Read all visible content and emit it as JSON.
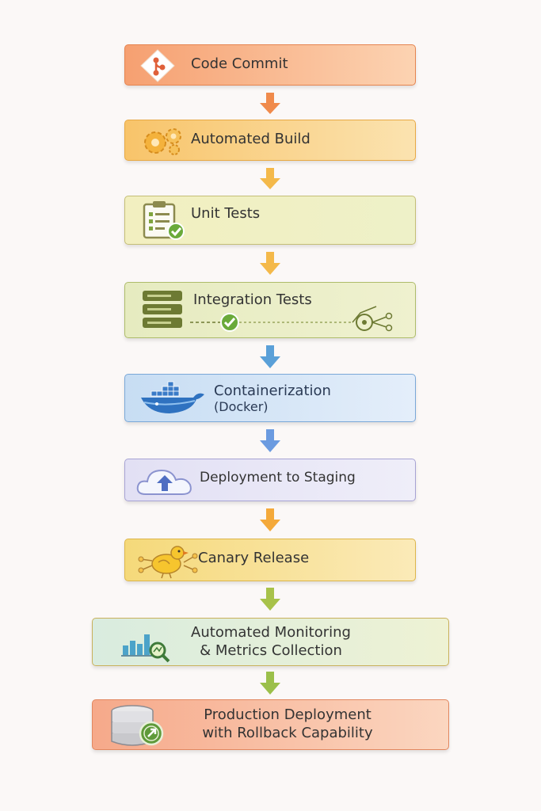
{
  "stages": [
    {
      "label": "Code Commit",
      "icon": "git-commit-icon"
    },
    {
      "label": "Automated Build",
      "icon": "gears-icon"
    },
    {
      "label": "Unit Tests",
      "icon": "clipboard-check-icon"
    },
    {
      "label": "Integration Tests",
      "icon": "servers-check-icon"
    },
    {
      "label": "Containerization",
      "sublabel": "(Docker)",
      "icon": "docker-whale-icon"
    },
    {
      "label": "Deployment to Staging",
      "icon": "cloud-upload-icon"
    },
    {
      "label": "Canary Release",
      "icon": "canary-bird-icon"
    },
    {
      "line1": "Automated Monitoring",
      "line2": "& Metrics Collection",
      "icon": "chart-magnifier-icon"
    },
    {
      "line1": "Production Deployment",
      "line2": "with Rollback Capability",
      "icon": "database-rollback-icon"
    }
  ],
  "colors": {
    "orange": "#f08a4b",
    "yellow": "#f4b94a",
    "blue": "#5aa0d8",
    "green": "#9bbf4a"
  }
}
